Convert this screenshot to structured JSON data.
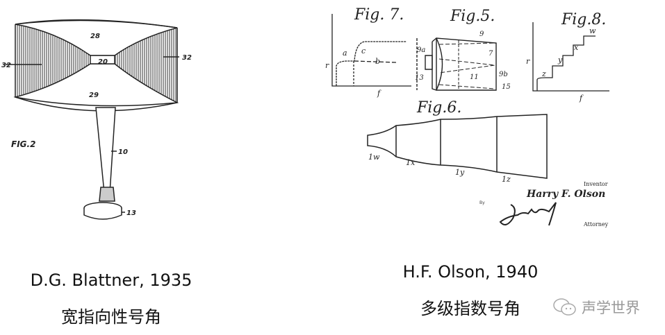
{
  "left_figure": {
    "fig_label": "FIG.2",
    "labels": {
      "top": "28",
      "bottom": "29",
      "throat": "20",
      "side_left": "32",
      "side_right": "32",
      "stem": "10",
      "base": "13"
    },
    "caption_name": "D.G. Blattner, 1935",
    "caption_cn": "宽指向性号角"
  },
  "right_figure": {
    "fig7": {
      "title": "Fig. 7.",
      "labels": [
        "a",
        "c",
        "b",
        "r",
        "f"
      ]
    },
    "fig5": {
      "title": "Fig.5.",
      "labels": [
        "9",
        "9a",
        "7",
        "13",
        "11",
        "9b",
        "15"
      ]
    },
    "fig8": {
      "title": "Fig.8.",
      "labels": [
        "w",
        "x",
        "y",
        "z",
        "r",
        "f"
      ]
    },
    "fig6": {
      "title": "Fig.6.",
      "labels": [
        "1w",
        "1x",
        "1y",
        "1z"
      ]
    },
    "inventor_label": "Inventor",
    "inventor_name": "Harry F. Olson",
    "by_label": "By",
    "attorney_label": "Attorney",
    "caption_name": "H.F. Olson, 1940",
    "caption_cn": "多级指数号角"
  },
  "watermark": {
    "text": "声学世界",
    "icon": "wechat-icon"
  }
}
